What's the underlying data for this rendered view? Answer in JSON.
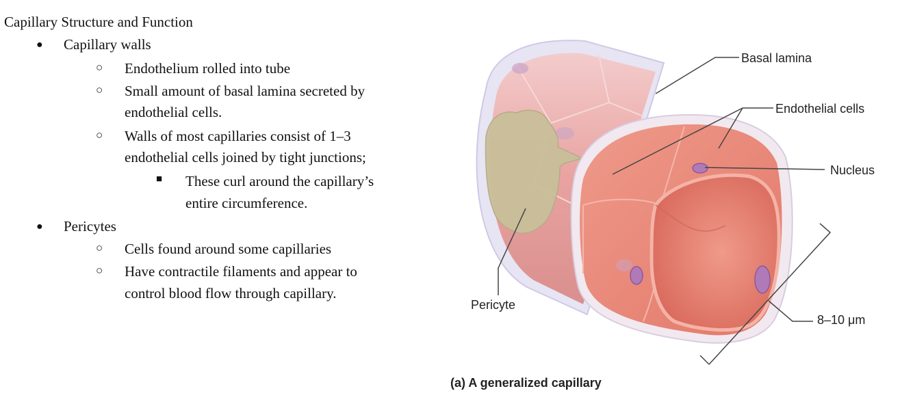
{
  "notes": {
    "title": "Capillary Structure and Function",
    "sections": [
      {
        "heading": "Capillary walls",
        "items": [
          {
            "lines": [
              "Endothelium rolled into tube"
            ]
          },
          {
            "lines": [
              "Small amount of basal lamina secreted by",
              "endothelial cells."
            ]
          },
          {
            "lines": [
              "Walls of most capillaries consist of 1–3",
              "endothelial cells joined by tight junctions;"
            ],
            "sub": {
              "lines": [
                "These curl around the capillary’s",
                "entire circumference."
              ]
            }
          }
        ]
      },
      {
        "heading": "Pericytes",
        "items": [
          {
            "lines": [
              "Cells found around some capillaries"
            ]
          },
          {
            "lines": [
              "Have contractile filaments and appear to",
              "control blood flow through capillary."
            ]
          }
        ]
      }
    ]
  },
  "figure": {
    "labels": {
      "basal_lamina": "Basal lamina",
      "endothelial_cells": "Endothelial cells",
      "nucleus": "Nucleus",
      "pericyte": "Pericyte",
      "diameter": "8–10 μm"
    },
    "caption": "(a) A generalized capillary",
    "colors": {
      "basal_lamina": "#e7e4f3",
      "endothelium": "#e98a7c",
      "lumen": "#e77a6a",
      "pericyte": "#c9bf9a",
      "nucleus": "#b07ab8"
    }
  }
}
